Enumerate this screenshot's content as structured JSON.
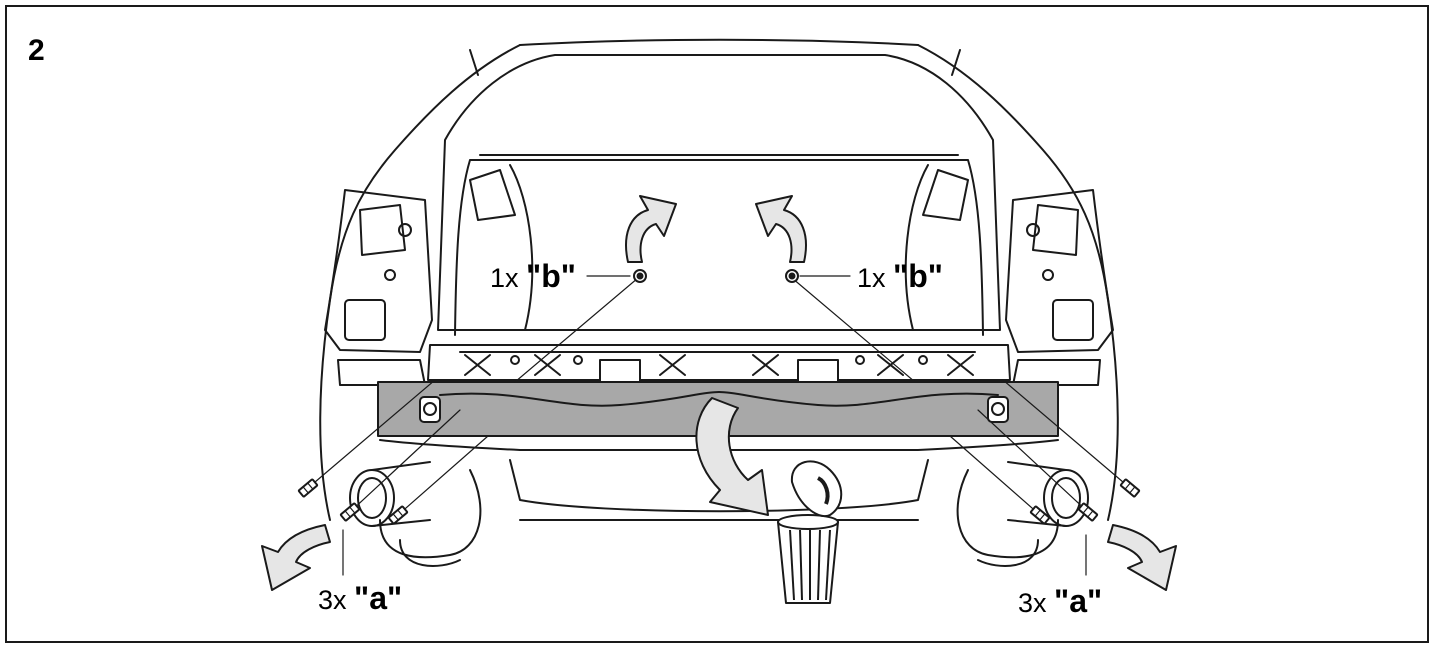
{
  "step": {
    "number": "2"
  },
  "callouts": {
    "b_left": {
      "quantity": "1x",
      "code": "\"b\""
    },
    "b_right": {
      "quantity": "1x",
      "code": "\"b\""
    },
    "a_left": {
      "quantity": "3x",
      "code": "\"a\""
    },
    "a_right": {
      "quantity": "3x",
      "code": "\"a\""
    }
  },
  "colors": {
    "line": "#1a1a1a",
    "crossbar_fill": "#a8a8a8",
    "arrow_fill": "#e6e6e6",
    "background": "#ffffff"
  },
  "icons": [
    "car-rear-outline",
    "bumper-crossbar",
    "bolt",
    "trash-bin",
    "curved-arrow"
  ]
}
